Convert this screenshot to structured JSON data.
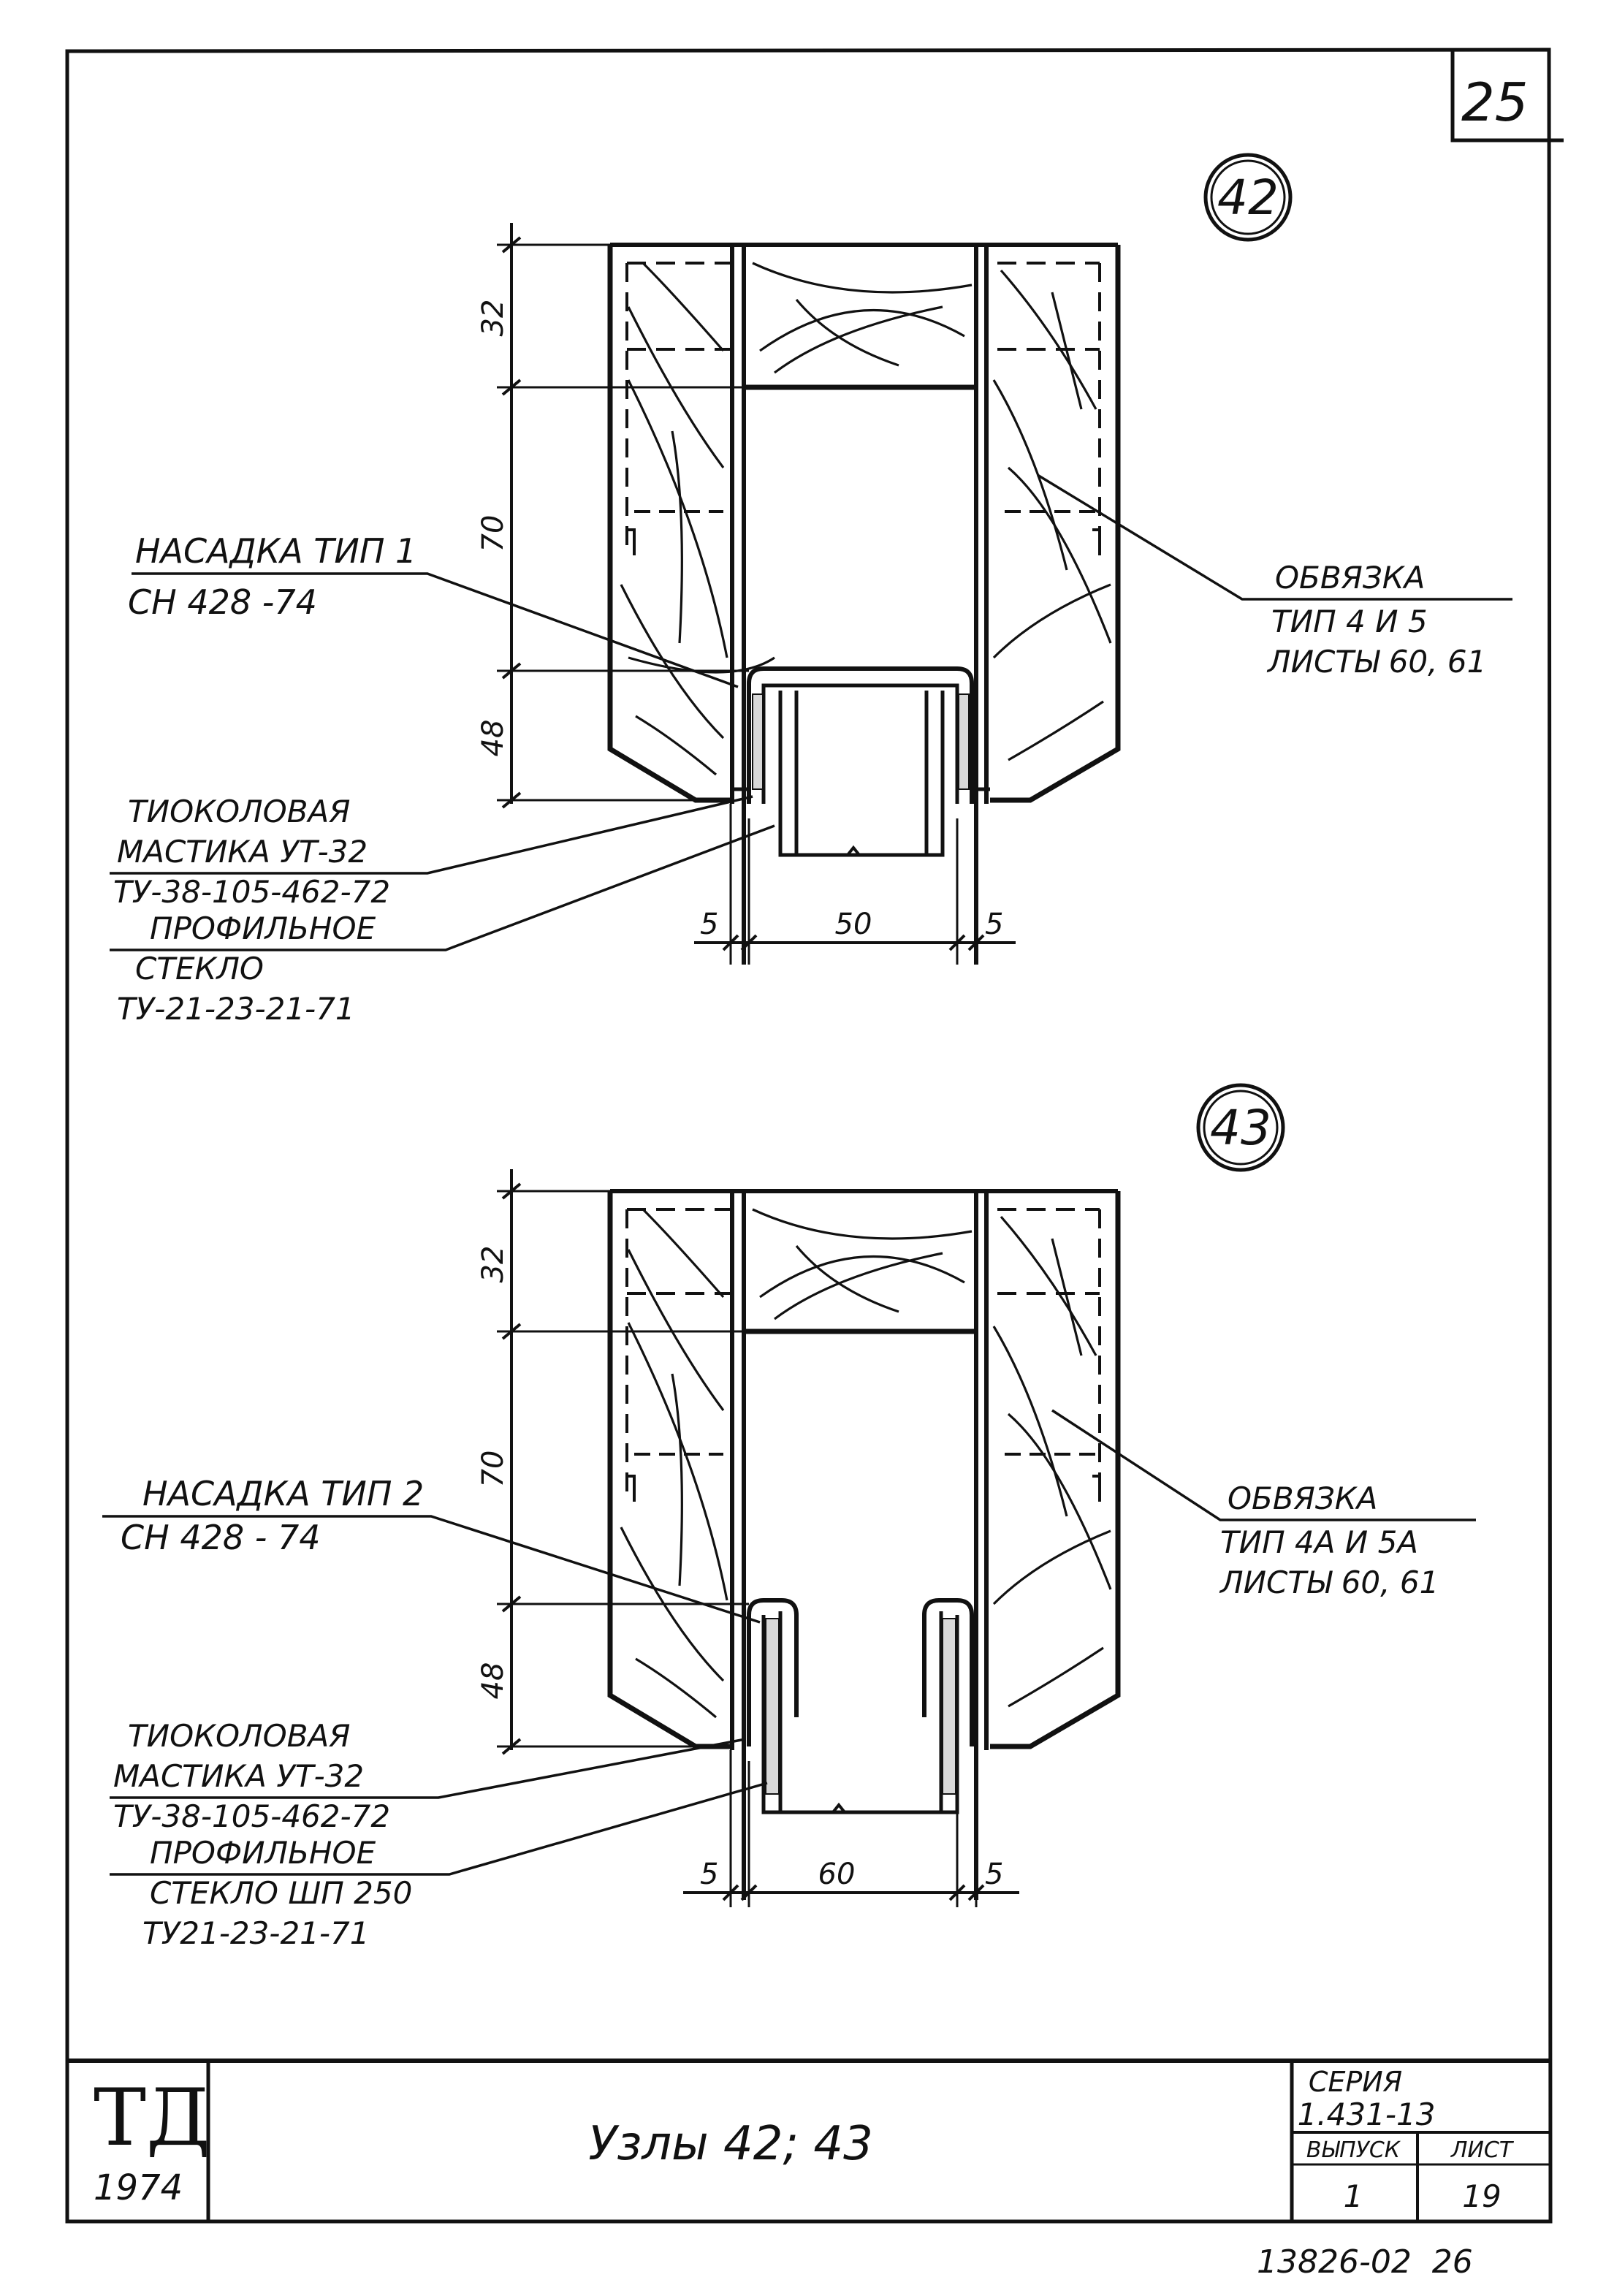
{
  "sheet": {
    "page_number": "25",
    "archive_number": "13826-02  26"
  },
  "nodes": [
    {
      "id": "42",
      "dims_vertical": [
        "32",
        "70",
        "48"
      ],
      "dims_horizontal": [
        "5",
        "50",
        "5"
      ],
      "label_nasadka": {
        "line1": "НАСАДКА ТИП 1",
        "line2": "СН 428 -74"
      },
      "label_obvyazka": {
        "line1": "ОБВЯЗКА",
        "line2": "ТИП 4 И 5",
        "line3": "ЛИСТЫ 60, 61"
      },
      "label_mastika": {
        "line1": "ТИОКОЛОВАЯ",
        "line2": "МАСТИКА УТ-32",
        "line3": "ТУ-38-105-462-72"
      },
      "label_steklo": {
        "line1": "ПРОФИЛЬНОЕ",
        "line2": "СТЕКЛО",
        "line3": "ТУ-21-23-21-71"
      }
    },
    {
      "id": "43",
      "dims_vertical": [
        "32",
        "70",
        "48"
      ],
      "dims_horizontal": [
        "5",
        "60",
        "5"
      ],
      "label_nasadka": {
        "line1": "НАСАДКА ТИП 2",
        "line2": "СН 428 - 74"
      },
      "label_obvyazka": {
        "line1": "ОБВЯЗКА",
        "line2": "ТИП 4А И 5А",
        "line3": "ЛИСТЫ 60, 61"
      },
      "label_mastika": {
        "line1": "ТИОКОЛОВАЯ",
        "line2": "МАСТИКА УТ-32",
        "line3": "ТУ-38-105-462-72"
      },
      "label_steklo": {
        "line1": "ПРОФИЛЬНОЕ",
        "line2": "СТЕКЛО ШП 250",
        "line3": "ТУ21-23-21-71"
      }
    }
  ],
  "title_block": {
    "org_logo": "ТД",
    "year": "1974",
    "title": "Узлы  42; 43",
    "series_label": "СЕРИЯ",
    "series_value": "1.431-13",
    "issue_label": "ВЫПУСК",
    "issue_value": "1",
    "sheet_label": "ЛИСТ",
    "sheet_value": "19"
  }
}
